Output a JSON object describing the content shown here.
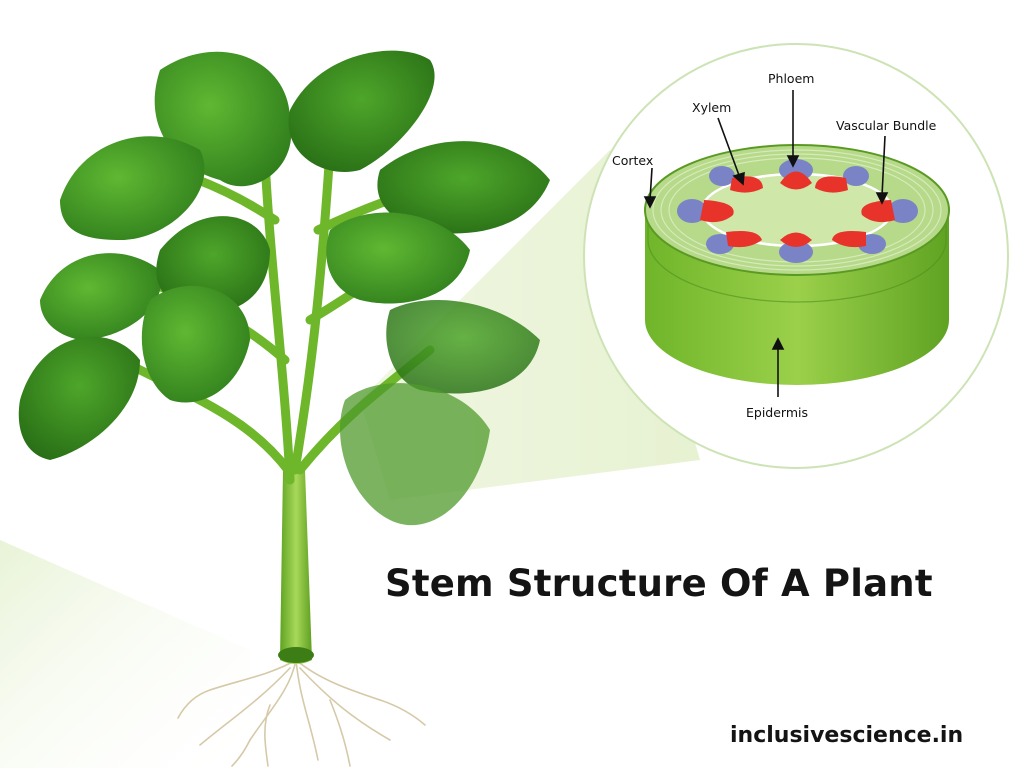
{
  "diagram": {
    "title": "Stem Structure Of A Plant",
    "watermark": "inclusivescience.in",
    "labels": {
      "phloem": "Phloem",
      "xylem": "Xylem",
      "vascular_bundle": "Vascular Bundle",
      "cortex": "Cortex",
      "epidermis": "Epidermis"
    },
    "vascular_bundle_count": 8
  },
  "colors": {
    "leaf_dark": "#2f7d1c",
    "leaf_mid": "#4aa62a",
    "leaf_light": "#7ec84a",
    "stem": "#7cbf2a",
    "cortex_top": "#b6d98a",
    "pith": "#cfe7a8",
    "side_wall": "#8cc63f",
    "xylem": "#e8332b",
    "phloem": "#7b83c7",
    "root": "#d8cdb0",
    "highlight": "#e9f3d6"
  }
}
